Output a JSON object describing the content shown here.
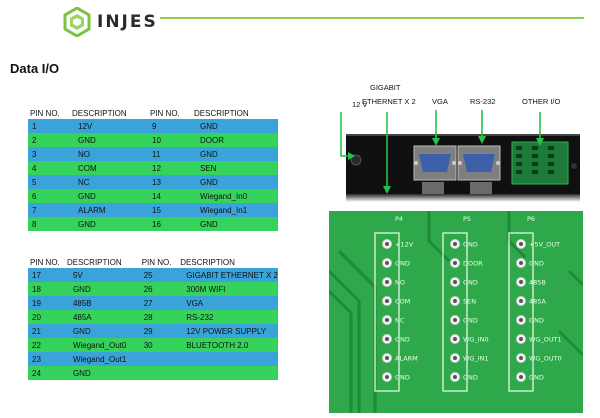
{
  "header": {
    "brand": "INJES",
    "accent_color": "#8fd14f"
  },
  "section_title": "Data I/O",
  "tables": {
    "headers": [
      "PIN NO.",
      "DESCRIPTION",
      "PIN NO.",
      "DESCRIPTION"
    ],
    "table1": [
      [
        "1",
        "12V",
        "9",
        "GND"
      ],
      [
        "2",
        "GND",
        "10",
        "DOOR"
      ],
      [
        "3",
        "NO",
        "11",
        "GND"
      ],
      [
        "4",
        "COM",
        "12",
        "SEN"
      ],
      [
        "5",
        "NC",
        "13",
        "GND"
      ],
      [
        "6",
        "GND",
        "14",
        "Wiegand_In0"
      ],
      [
        "7",
        "ALARM",
        "15",
        "Wiegand_In1"
      ],
      [
        "8",
        "GND",
        "16",
        "GND"
      ]
    ],
    "table2": [
      [
        "17",
        "5V",
        "25",
        "GIGABIT ETHERNET X 2"
      ],
      [
        "18",
        "GND",
        "26",
        "300M WIFI"
      ],
      [
        "19",
        "485B",
        "27",
        "VGA"
      ],
      [
        "20",
        "485A",
        "28",
        "RS-232"
      ],
      [
        "21",
        "GND",
        "29",
        "12V POWER SUPPLY"
      ],
      [
        "22",
        "Wiegand_Out0",
        "30",
        "BLUETOOTH 2.0"
      ],
      [
        "23",
        "Wiegand_Out1",
        "",
        ""
      ],
      [
        "24",
        "GND",
        "",
        ""
      ]
    ],
    "row_colors": {
      "blue": "#3aa4da",
      "green": "#36d35c"
    }
  },
  "device_labels": {
    "power": "12 V",
    "gigabit_line1": "GIGABIT",
    "gigabit_line2": "ETHERNET X 2",
    "vga": "VGA",
    "rs232": "RS-232",
    "other_io": "OTHER I/O"
  },
  "pcb": {
    "headers": [
      "P4",
      "P5",
      "P6"
    ],
    "p4": [
      "+12V",
      "GND",
      "NO",
      "COM",
      "NC",
      "GND",
      "ALARM",
      "GND"
    ],
    "p5": [
      "GND",
      "DOOR",
      "GND",
      "SEN",
      "GND",
      "WG_IN0",
      "WG_IN1",
      "GND"
    ],
    "p6": [
      "+5V_OUT",
      "GND",
      "485B",
      "485A",
      "GND",
      "WG_OUT1",
      "WG_OUT0",
      "GND"
    ]
  }
}
